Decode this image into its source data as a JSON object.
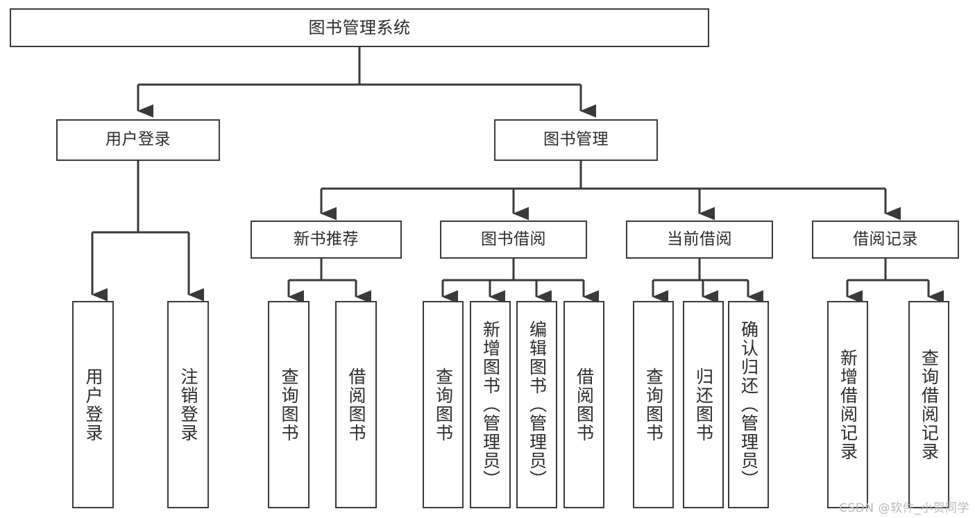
{
  "diagram": {
    "title": "图书管理系统",
    "type": "tree-hierarchy-chart",
    "stroke_color": "#3a3a3a",
    "background_color": "#ffffff",
    "text_color": "#2b2b2b",
    "watermark": "CSDN @软件_小贺同学"
  },
  "nodes": {
    "root": {
      "label": "图书管理系统"
    },
    "level2": [
      {
        "id": "user-login",
        "label": "用户登录"
      },
      {
        "id": "book-manage",
        "label": "图书管理"
      }
    ],
    "level3": [
      {
        "id": "new-book-rec",
        "label": "新书推荐"
      },
      {
        "id": "book-borrow",
        "label": "图书借阅"
      },
      {
        "id": "current-borrow",
        "label": "当前借阅"
      },
      {
        "id": "borrow-record",
        "label": "借阅记录"
      }
    ],
    "leaves": {
      "user_login": [
        {
          "id": "leaf-user-login",
          "label": "用户登录"
        },
        {
          "id": "leaf-logout-login",
          "label": "注销登录"
        }
      ],
      "new_book_rec": [
        {
          "id": "leaf-query-book-1",
          "label": "查询图书"
        },
        {
          "id": "leaf-borrow-book-1",
          "label": "借阅图书"
        }
      ],
      "book_borrow": [
        {
          "id": "leaf-query-book-2",
          "label": "查询图书"
        },
        {
          "id": "leaf-add-book",
          "label": "新增图书（管理员）"
        },
        {
          "id": "leaf-edit-book",
          "label": "编辑图书（管理员）"
        },
        {
          "id": "leaf-borrow-book-2",
          "label": "借阅图书"
        }
      ],
      "current_borrow": [
        {
          "id": "leaf-query-book-3",
          "label": "查询图书"
        },
        {
          "id": "leaf-return-book",
          "label": "归还图书"
        },
        {
          "id": "leaf-confirm-return",
          "label": "确认归还（管理员）"
        }
      ],
      "borrow_record": [
        {
          "id": "leaf-add-record",
          "label": "新增借阅记录"
        },
        {
          "id": "leaf-query-record",
          "label": "查询借阅记录"
        }
      ]
    }
  }
}
